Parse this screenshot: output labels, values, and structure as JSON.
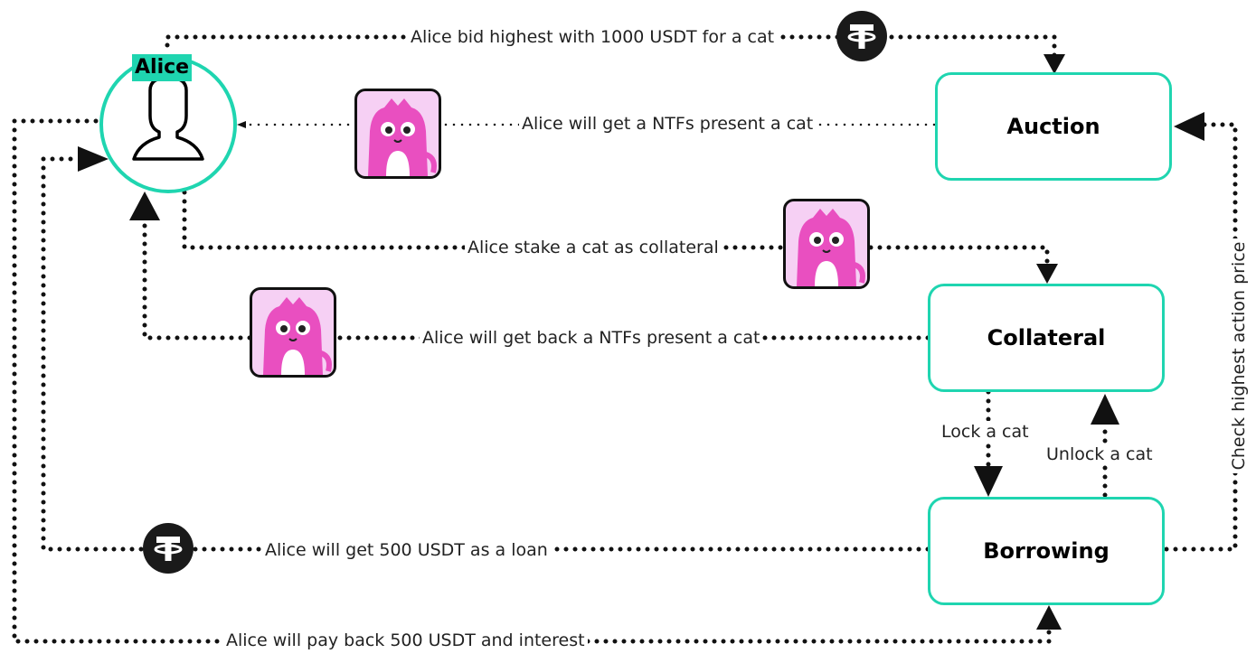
{
  "actor": {
    "name": "Alice",
    "icon": "user-icon"
  },
  "nodes": {
    "auction": "Auction",
    "collateral": "Collateral",
    "borrowing": "Borrowing"
  },
  "edges": {
    "bid": "Alice bid highest with 1000 USDT for a cat",
    "get_nft": "Alice will get a NTFs present a cat",
    "stake": "Alice stake a cat as collateral",
    "get_back_nft": "Alice will get back a NTFs present a cat",
    "lock": "Lock a cat",
    "unlock": "Unlock a cat",
    "loan": "Alice will get 500 USDT as a loan",
    "pay_back": "Alice will pay back 500 USDT and interest",
    "check_price": "Check highest action price"
  },
  "icons": {
    "token": "tether-coin-icon",
    "nft": "cryptokitty-nft-icon"
  },
  "colors": {
    "accent": "#1fd5b0",
    "cat_background": "#f6d0f4",
    "cat_pink": "#e94fc0",
    "coin": "#1a1a1a",
    "line": "#111111"
  }
}
